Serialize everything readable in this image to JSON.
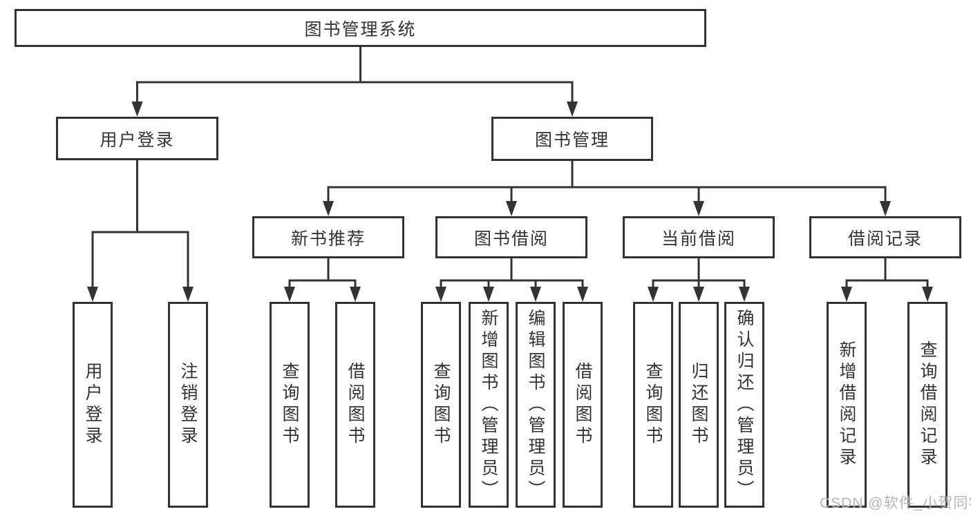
{
  "tree": {
    "label": "图书管理系统",
    "children": [
      {
        "label": "用户登录",
        "children": [
          {
            "label": "用户登录"
          },
          {
            "label": "注销登录"
          }
        ]
      },
      {
        "label": "图书管理",
        "children": [
          {
            "label": "新书推荐",
            "children": [
              {
                "label": "查询图书"
              },
              {
                "label": "借阅图书"
              }
            ]
          },
          {
            "label": "图书借阅",
            "children": [
              {
                "label": "查询图书"
              },
              {
                "label": "新增图书（管理员）"
              },
              {
                "label": "编辑图书（管理员）"
              },
              {
                "label": "借阅图书"
              }
            ]
          },
          {
            "label": "当前借阅",
            "children": [
              {
                "label": "查询图书"
              },
              {
                "label": "归还图书"
              },
              {
                "label": "确认归还（管理员）"
              }
            ]
          },
          {
            "label": "借阅记录",
            "children": [
              {
                "label": "新增借阅记录"
              },
              {
                "label": "查询借阅记录"
              }
            ]
          }
        ]
      }
    ]
  },
  "watermark": {
    "text": "CSDN @软件_小贺同学"
  },
  "colors": {
    "line": "#333333",
    "text": "#333333",
    "box_background": "#ffffff",
    "watermark": "#b5b5b5"
  }
}
